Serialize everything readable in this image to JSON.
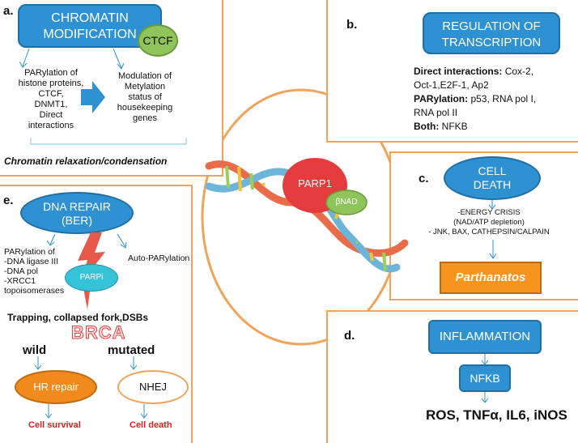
{
  "panel_a": {
    "label": "a.",
    "title_line1": "CHROMATIN",
    "title_line2": "MODIFICATION",
    "ctcf": "CTCF",
    "left_lines": [
      "PARylation of",
      "histone proteins,",
      "CTCF,",
      "DNMT1,",
      "Direct",
      "interactions"
    ],
    "right_lines": [
      "Modulation of",
      "Metylation",
      "status of",
      "housekeeping",
      "genes"
    ],
    "footer": "Chromatin relaxation/condensation"
  },
  "panel_b": {
    "label": "b.",
    "title_line1": "REGULATION OF",
    "title_line2": "TRANSCRIPTION",
    "direct_label": "Direct interactions:",
    "direct_text": " Cox-2,",
    "direct_line2": "Oct-1,E2F-1, Ap2",
    "par_label": "PARylation:",
    "par_text": " p53, RNA pol I,",
    "par_line2": "RNA pol II",
    "both_label": "Both:",
    "both_text": " NFKB"
  },
  "panel_c": {
    "label": "c.",
    "title_line1": "CELL",
    "title_line2": "DEATH",
    "line1": "-ENERGY CRISIS",
    "line2": "(NAD/ATP depletion)",
    "line3": "- JNK, BAX, CATHEPSIN/CALPAIN",
    "parthanatos": "Parthanatos"
  },
  "panel_d": {
    "label": "d.",
    "inflammation": "INFLAMMATION",
    "nfkb": "NFKB",
    "output": "ROS, TNFα, IL6, iNOS"
  },
  "panel_e": {
    "label": "e.",
    "title_line1": "DNA REPAIR",
    "title_line2": "(BER)",
    "left_lines": [
      "PARylation of",
      "-DNA ligase III",
      "-DNA pol",
      "-XRCC1",
      "topoisomerases"
    ],
    "auto": "Auto-PARylation",
    "parpi": "PARPi",
    "trapping": "Trapping, collapsed fork,DSBs",
    "brca": "BRCA",
    "wild": "wild",
    "mutated": "mutated",
    "hr": "HR repair",
    "nhej": "NHEJ",
    "survival": "Cell survival",
    "death": "Cell death"
  },
  "center": {
    "parp1": "PARP1",
    "bnad": "βNAD"
  },
  "colors": {
    "panel_border": "#f0a35a",
    "blue_box": "#2e92d2",
    "green": "#8fc45a",
    "red": "#e43c3c",
    "orange": "#f08a1c",
    "cyan": "#36c3d9"
  }
}
